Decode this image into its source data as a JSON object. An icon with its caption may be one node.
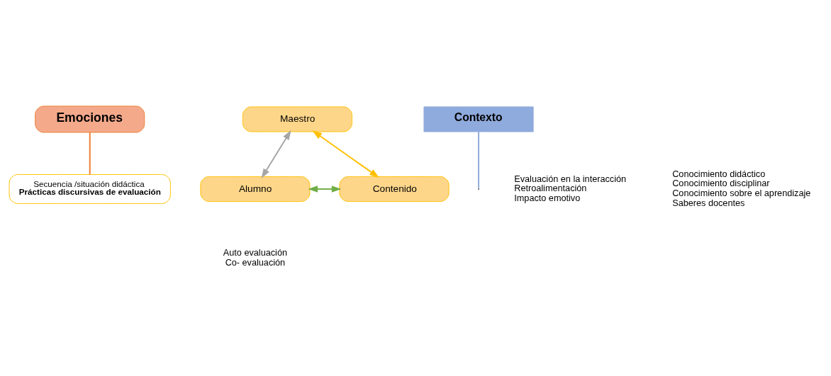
{
  "diagram": {
    "nodes": [
      {
        "text": [
          "Emociones"
        ]
      },
      {
        "text": [
          "Maestro"
        ]
      },
      {
        "text": [
          "Contexto"
        ]
      },
      {
        "text": [
          "Secuencia /situación didáctica",
          "Prácticas discursivas de evaluación"
        ]
      },
      {
        "text": [
          "Alumno"
        ]
      },
      {
        "text": [
          "Contenido"
        ]
      }
    ],
    "edges": [
      {
        "from": 0,
        "to": 3,
        "arrow": "none",
        "color": "#ed7d31"
      },
      {
        "from": 1,
        "to": 4,
        "arrow": "both",
        "color": "#a5a5a5"
      },
      {
        "from": 1,
        "to": 5,
        "arrow": "both",
        "color": "#ffc000"
      },
      {
        "from": 4,
        "to": 5,
        "arrow": "both",
        "color": "#70ad47"
      },
      {
        "from": 2,
        "to": null,
        "arrow": "none",
        "color": "#8faadc"
      }
    ],
    "labels": [
      "Evaluación en la interacción",
      "Retroalimentación",
      "Impacto emotivo",
      "Conocimiento didáctico",
      "Conocimiento disciplinar",
      "Conocimiento sobre el aprendizaje",
      "Saberes docentes",
      "Auto evaluación",
      "Co- evaluación"
    ]
  }
}
